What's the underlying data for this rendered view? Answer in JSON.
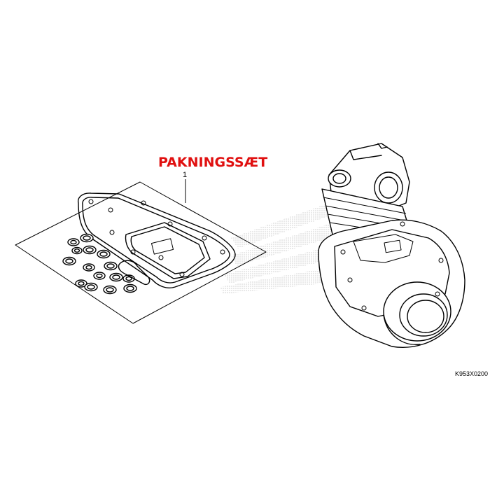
{
  "title": "PAKNINGSSÆT",
  "callout_number": "1",
  "diagram_code": "K953X0200",
  "colors": {
    "title": "#e01010",
    "line": "#000000",
    "background": "#ffffff",
    "watermark": "#bdbdbd"
  }
}
